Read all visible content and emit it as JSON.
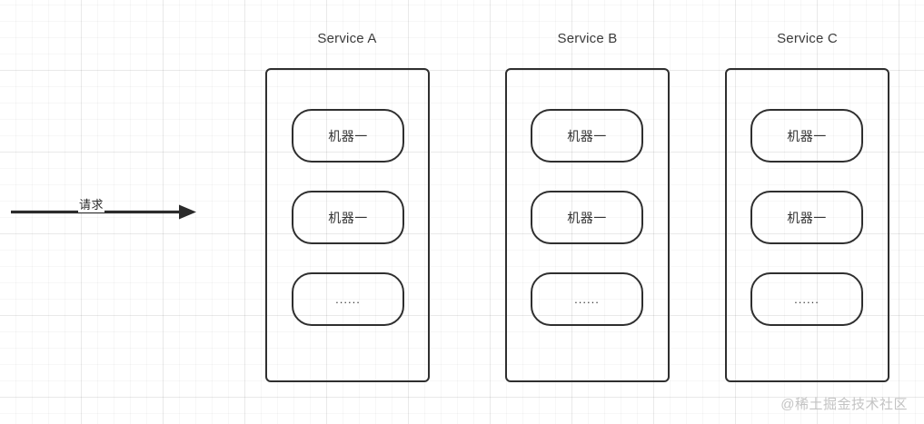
{
  "diagram": {
    "watermark": "@稀土掘金技术社区",
    "request_arrow": {
      "label": "请求",
      "icon": "arrow-right-icon"
    },
    "services": [
      {
        "title": "Service A",
        "nodes": [
          {
            "label": "机器一"
          },
          {
            "label": "机器一"
          },
          {
            "label": "......"
          }
        ]
      },
      {
        "title": "Service B",
        "nodes": [
          {
            "label": "机器一"
          },
          {
            "label": "机器一"
          },
          {
            "label": "......"
          }
        ]
      },
      {
        "title": "Service C",
        "nodes": [
          {
            "label": "机器一"
          },
          {
            "label": "机器一"
          },
          {
            "label": "......"
          }
        ]
      }
    ]
  },
  "colors": {
    "stroke": "#2f2f2f",
    "text": "#333333",
    "grid": "#ebebeb",
    "watermark": "#c3c3c3",
    "background": "#ffffff"
  }
}
